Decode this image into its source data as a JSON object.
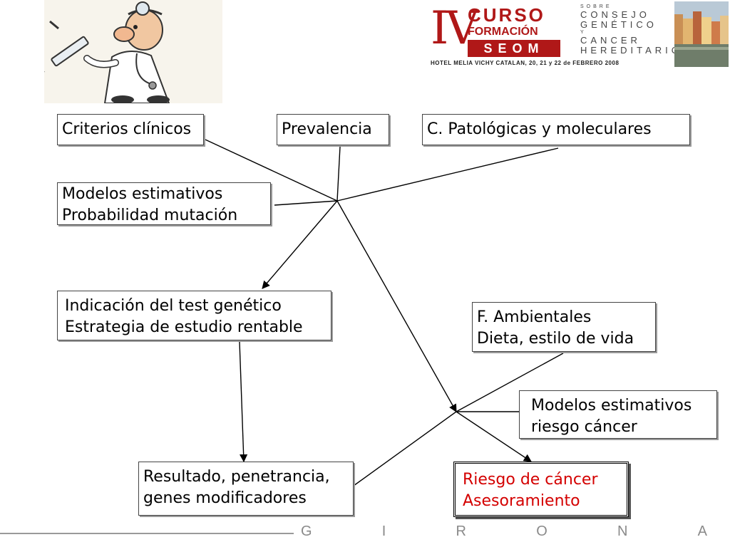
{
  "header": {
    "logo": {
      "numeral": "IV",
      "curso": "CURSO",
      "formacion": "FORMACIÓN",
      "seom": "SEOM",
      "sobre": "SOBRE",
      "consejo": "CONSEJO",
      "genetico": "GENÉTICO",
      "y": "Y",
      "cancer": "CANCER",
      "hereditario": "HEREDITARIO",
      "hotel": "HOTEL MELIA VICHY CATALAN, 20, 21 y 22 de FEBRERO 2008"
    },
    "illustration_icon": "doctor-with-syringe",
    "photo_icon": "girona-riverside-houses"
  },
  "diagram": {
    "criterios_clinicos": "Criterios clínicos",
    "prevalencia": "Prevalencia",
    "patologicas": "C. Patológicas y moleculares",
    "modelos_mutacion": {
      "line1": "Modelos estimativos",
      "line2": "Probabilidad mutación"
    },
    "indicacion": {
      "line1": "Indicación del test genético",
      "line2": "Estrategia de estudio rentable"
    },
    "ambientales": {
      "line1": "F. Ambientales",
      "line2": "Dieta, estilo de vida"
    },
    "modelos_riesgo": {
      "line1": "Modelos estimativos",
      "line2": "riesgo cáncer"
    },
    "resultado": {
      "line1": "Resultado, penetrancia,",
      "line2": "genes modificadores"
    },
    "riesgo": {
      "line1": "Riesgo de cáncer",
      "line2": "Asesoramiento"
    }
  },
  "footer": {
    "letters": [
      "G",
      "I",
      "R",
      "O",
      "N",
      "A"
    ]
  },
  "colors": {
    "risk_text": "#d40000",
    "logo_red": "#b01818",
    "footer_gray": "#8a8a8a"
  }
}
